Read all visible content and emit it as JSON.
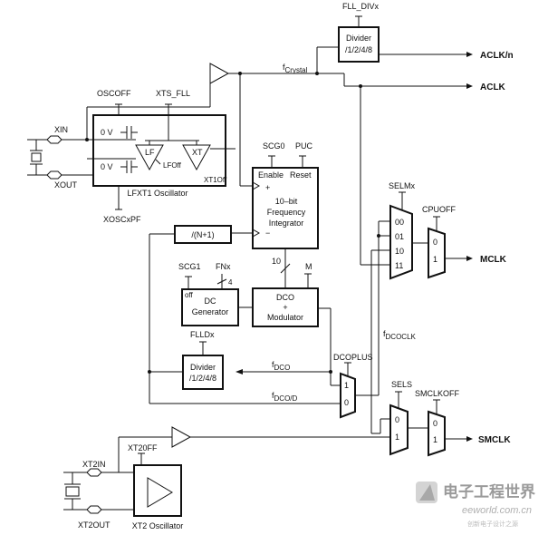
{
  "signals": {
    "fll_divx": "FLL_DIVx",
    "f_crystal": "f",
    "f_crystal_sub": "Crystal",
    "aclk_n": "ACLK/n",
    "aclk": "ACLK",
    "oscoff": "OSCOFF",
    "xts_fll": "XTS_FLL",
    "scg0": "SCG0",
    "puc": "PUC",
    "xin": "XIN",
    "xout": "XOUT",
    "xoscxpf": "XOSCxPF",
    "selmx": "SELMx",
    "cpuoff": "CPUOFF",
    "mclk": "MCLK",
    "scg1": "SCG1",
    "fnx": "FNx",
    "fnx_width": "4",
    "m": "M",
    "ten": "10",
    "off": "off",
    "fdcoclk": "f",
    "fdcoclk_sub": "DCOCLK",
    "flldx": "FLLDx",
    "dcoplus": "DCOPLUS",
    "fdco": "f",
    "fdco_sub": "DCO",
    "fdcod": "f",
    "fdcod_sub": "DCO/D",
    "sels": "SELS",
    "smclkoff": "SMCLKOFF",
    "smclk": "SMCLK",
    "xt2in": "XT2IN",
    "xt2off": "XT20FF",
    "xt2out": "XT2OUT"
  },
  "blocks": {
    "divider_top_l1": "Divider",
    "divider_top_l2": "/1/2/4/8",
    "lfxt1_label": "LFXT1 Oscillator",
    "cap_0v_top": "0 V",
    "cap_0v_bot": "0 V",
    "lf": "LF",
    "xt": "XT",
    "lfoff": "LFOff",
    "xt1off": "XT1Off",
    "enable": "Enable",
    "reset": "Reset",
    "plus": "+",
    "minus": "−",
    "fi_l1": "10–bit",
    "fi_l2": "Frequency",
    "fi_l3": "Integrator",
    "nplus1": "/(N+1)",
    "dc_l1": "DC",
    "dc_l2": "Generator",
    "dco_l1": "DCO",
    "dco_l2": "+",
    "dco_l3": "Modulator",
    "divider_dco_l1": "Divider",
    "divider_dco_l2": "/1/2/4/8",
    "xt2_label": "XT2 Oscillator",
    "mux_sel_00": "00",
    "mux_sel_01": "01",
    "mux_sel_10": "10",
    "mux_sel_11": "11",
    "cpu_0": "0",
    "cpu_1": "1",
    "dcop_1": "1",
    "dcop_0": "0",
    "sels_0": "0",
    "sels_1": "1",
    "smclk_0": "0",
    "smclk_1": "1"
  },
  "watermark": {
    "cn": "电子工程世界",
    "url": "eeworld.com.cn",
    "tag": "创新电子设计之源"
  }
}
